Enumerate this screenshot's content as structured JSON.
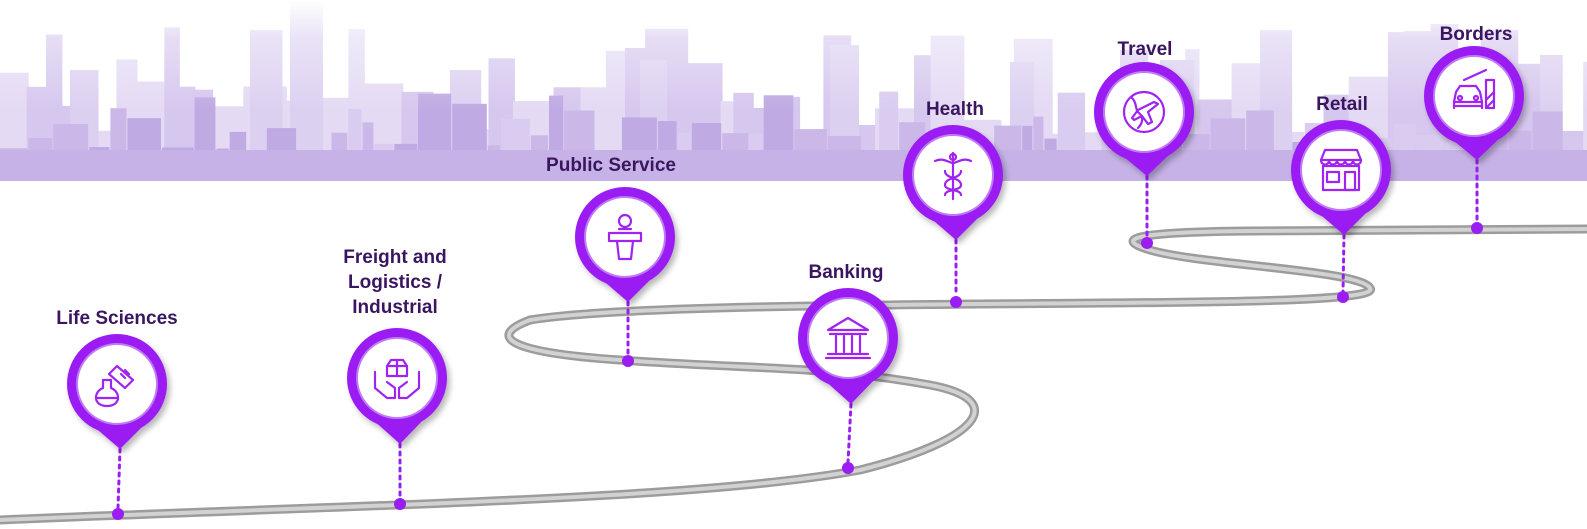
{
  "colors": {
    "accent": "#9a1df2",
    "skyline": "#c9b6ea",
    "road": "#b5b5b5",
    "label": "#3a1660"
  },
  "stops": [
    {
      "id": "life-sciences",
      "label_lines": [
        "Life Sciences"
      ],
      "icon": "flask-test-tube-icon"
    },
    {
      "id": "freight",
      "label_lines": [
        "Freight and",
        "Logistics /",
        "Industrial"
      ],
      "icon": "hands-box-icon"
    },
    {
      "id": "public-service",
      "label_lines": [
        "Public Service"
      ],
      "icon": "person-podium-icon"
    },
    {
      "id": "banking",
      "label_lines": [
        "Banking"
      ],
      "icon": "bank-building-icon"
    },
    {
      "id": "health",
      "label_lines": [
        "Health"
      ],
      "icon": "caduceus-icon"
    },
    {
      "id": "travel",
      "label_lines": [
        "Travel"
      ],
      "icon": "globe-airplane-icon"
    },
    {
      "id": "retail",
      "label_lines": [
        "Retail"
      ],
      "icon": "storefront-icon"
    },
    {
      "id": "borders",
      "label_lines": [
        "Borders"
      ],
      "icon": "car-barrier-icon"
    }
  ]
}
